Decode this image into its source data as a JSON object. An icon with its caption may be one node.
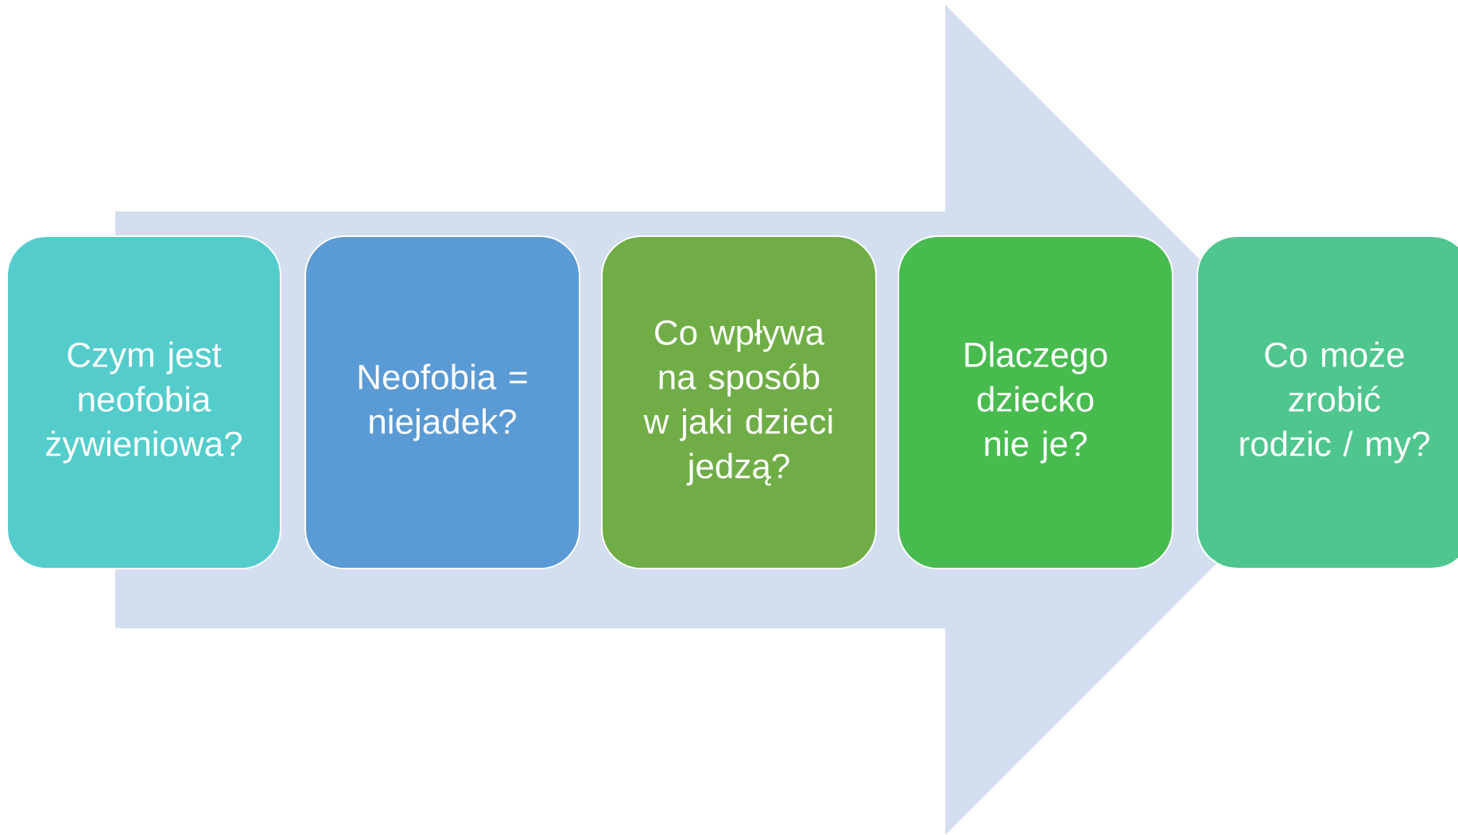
{
  "diagram": {
    "nodes": [
      {
        "text": [
          "Czym jest neofobia żywieniowa?"
        ]
      },
      {
        "text": [
          "Neofobia = niejadek?"
        ]
      },
      {
        "text": [
          "Co wpływa na sposób w jaki dzieci jedzą?"
        ]
      },
      {
        "text": [
          "Dlaczego dziecko nie je?"
        ]
      },
      {
        "text": [
          "Co może zrobić rodzic / my?"
        ]
      }
    ],
    "edges": [
      {
        "from": 0,
        "to": 4,
        "arrow": "to"
      }
    ]
  }
}
